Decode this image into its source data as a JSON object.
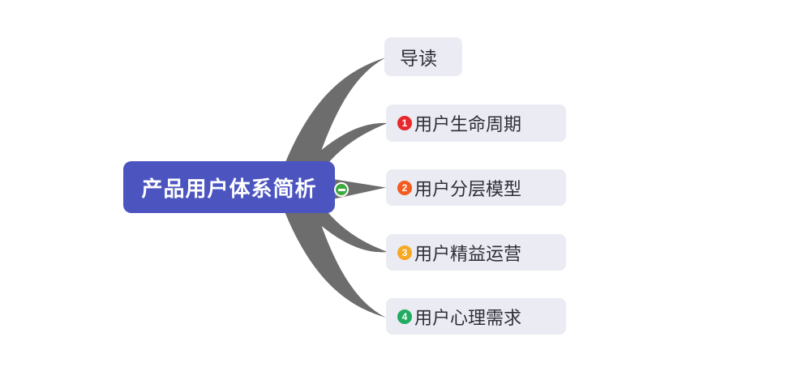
{
  "mindmap": {
    "root": {
      "label": "产品用户体系简析",
      "bg_color": "#4b54bf",
      "text_color": "#ffffff"
    },
    "collapse_button": {
      "icon": "minus-icon",
      "color": "#3da93f"
    },
    "branch_color": "#6d6d6d",
    "child_bg_color": "#ebecf3",
    "child_text_color": "#2f3037",
    "children": [
      {
        "label": "导读",
        "badge": null,
        "badge_color": null
      },
      {
        "label": "用户生命周期",
        "badge": "1",
        "badge_color": "#e8282d"
      },
      {
        "label": "用户分层模型",
        "badge": "2",
        "badge_color": "#f35b21"
      },
      {
        "label": "用户精益运营",
        "badge": "3",
        "badge_color": "#f6a823"
      },
      {
        "label": "用户心理需求",
        "badge": "4",
        "badge_color": "#22ac62"
      }
    ]
  }
}
